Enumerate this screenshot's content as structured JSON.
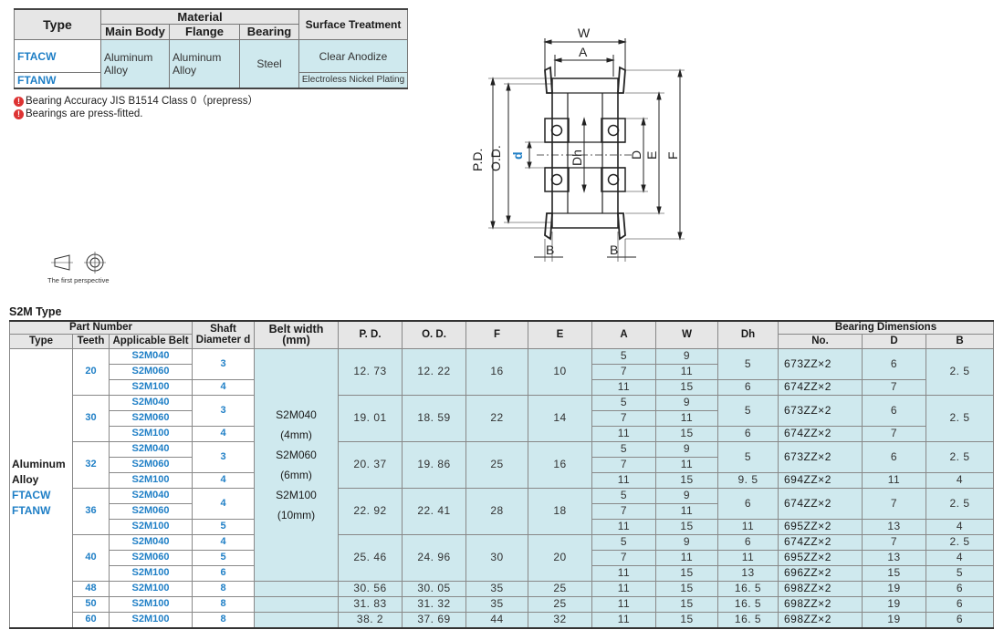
{
  "material_table": {
    "headers": {
      "type": "Type",
      "material": "Material",
      "main_body": "Main Body",
      "flange": "Flange",
      "bearing": "Bearing",
      "surface_treatment": "Surface Treatment"
    },
    "rows": [
      {
        "type": "FTACW",
        "main_body": "Aluminum Alloy",
        "flange": "Aluminum Alloy",
        "bearing": "Steel",
        "surface": "Clear Anodize"
      },
      {
        "type": "FTANW",
        "surface": "Electroless Nickel Plating"
      }
    ]
  },
  "notes": [
    "Bearing Accuracy JIS B1514 Class 0（prepress）",
    "Bearings are press-fitted."
  ],
  "perspective_label": "The first perspective",
  "drawing_labels": {
    "W": "W",
    "A": "A",
    "PD": "P.D.",
    "OD": "O.D.",
    "d": "d",
    "Dh": "Dh",
    "D": "D",
    "E": "E",
    "F": "F",
    "B1": "B",
    "B2": "B"
  },
  "section_title": "S2M Type",
  "spec_table": {
    "headers": {
      "part_number": "Part Number",
      "type": "Type",
      "teeth": "Teeth",
      "applicable_belt": "Applicable Belt",
      "shaft_1": "Shaft",
      "shaft_2": "Diameter d",
      "belt_width_1": "Belt width",
      "belt_width_2": "(mm)",
      "pd": "P. D.",
      "od": "O. D.",
      "f": "F",
      "e": "E",
      "a": "A",
      "w": "W",
      "dh": "Dh",
      "bearing_dims": "Bearing Dimensions",
      "no": "No.",
      "bd": "D",
      "bb": "B"
    },
    "type_cell": {
      "material_1": "Aluminum",
      "material_2": "Alloy",
      "code_1": "FTACW",
      "code_2": "FTANW"
    },
    "belt_width_text": [
      "S2M040",
      "(4mm)",
      "S2M060",
      "(6mm)",
      "S2M100",
      "(10mm)"
    ],
    "groups": [
      {
        "teeth": "20",
        "pd": "12. 73",
        "od": "12. 22",
        "f": "16",
        "e": "10",
        "belts": [
          "S2M040",
          "S2M060",
          "S2M100"
        ],
        "shafts": [
          "3",
          "4"
        ],
        "a": [
          "5",
          "7",
          "11"
        ],
        "w": [
          "9",
          "11",
          "15"
        ],
        "dh": [
          "5",
          "6"
        ],
        "no": [
          "673ZZ×2",
          "674ZZ×2"
        ],
        "bd": [
          "6",
          "7"
        ],
        "bb": [
          "2. 5"
        ]
      },
      {
        "teeth": "30",
        "pd": "19. 01",
        "od": "18. 59",
        "f": "22",
        "e": "14",
        "belts": [
          "S2M040",
          "S2M060",
          "S2M100"
        ],
        "shafts": [
          "3",
          "4"
        ],
        "a": [
          "5",
          "7",
          "11"
        ],
        "w": [
          "9",
          "11",
          "15"
        ],
        "dh": [
          "5",
          "6"
        ],
        "no": [
          "673ZZ×2",
          "674ZZ×2"
        ],
        "bd": [
          "6",
          "7"
        ],
        "bb": [
          "2. 5"
        ]
      },
      {
        "teeth": "32",
        "pd": "20. 37",
        "od": "19. 86",
        "f": "25",
        "e": "16",
        "belts": [
          "S2M040",
          "S2M060",
          "S2M100"
        ],
        "shafts": [
          "3",
          "4"
        ],
        "a": [
          "5",
          "7",
          "11"
        ],
        "w": [
          "9",
          "11",
          "15"
        ],
        "dh": [
          "5",
          "9. 5"
        ],
        "no": [
          "673ZZ×2",
          "694ZZ×2"
        ],
        "bd": [
          "6",
          "11"
        ],
        "bb": [
          "2. 5",
          "4"
        ]
      },
      {
        "teeth": "36",
        "pd": "22. 92",
        "od": "22. 41",
        "f": "28",
        "e": "18",
        "belts": [
          "S2M040",
          "S2M060",
          "S2M100"
        ],
        "shafts": [
          "4",
          "5"
        ],
        "a": [
          "5",
          "7",
          "11"
        ],
        "w": [
          "9",
          "11",
          "15"
        ],
        "dh": [
          "6",
          "11"
        ],
        "no": [
          "674ZZ×2",
          "695ZZ×2"
        ],
        "bd": [
          "7",
          "13"
        ],
        "bb": [
          "2. 5",
          "4"
        ]
      },
      {
        "teeth": "40",
        "pd": "25. 46",
        "od": "24. 96",
        "f": "30",
        "e": "20",
        "belts": [
          "S2M040",
          "S2M060",
          "S2M100"
        ],
        "shafts": [
          "4",
          "5",
          "6"
        ],
        "a": [
          "5",
          "7",
          "11"
        ],
        "w": [
          "9",
          "11",
          "15"
        ],
        "dh": [
          "6",
          "11",
          "13"
        ],
        "no": [
          "674ZZ×2",
          "695ZZ×2",
          "696ZZ×2"
        ],
        "bd": [
          "7",
          "13",
          "15"
        ],
        "bb": [
          "2. 5",
          "4",
          "5"
        ]
      }
    ],
    "single_rows": [
      {
        "teeth": "48",
        "belt": "S2M100",
        "shaft": "8",
        "pd": "30. 56",
        "od": "30. 05",
        "f": "35",
        "e": "25",
        "a": "11",
        "w": "15",
        "dh": "16. 5",
        "no": "698ZZ×2",
        "bd": "19",
        "bb": "6"
      },
      {
        "teeth": "50",
        "belt": "S2M100",
        "shaft": "8",
        "pd": "31. 83",
        "od": "31. 32",
        "f": "35",
        "e": "25",
        "a": "11",
        "w": "15",
        "dh": "16. 5",
        "no": "698ZZ×2",
        "bd": "19",
        "bb": "6"
      },
      {
        "teeth": "60",
        "belt": "S2M100",
        "shaft": "8",
        "pd": "38. 2",
        "od": "37. 69",
        "f": "44",
        "e": "32",
        "a": "11",
        "w": "15",
        "dh": "16. 5",
        "no": "698ZZ×2",
        "bd": "19",
        "bb": "6"
      }
    ]
  }
}
